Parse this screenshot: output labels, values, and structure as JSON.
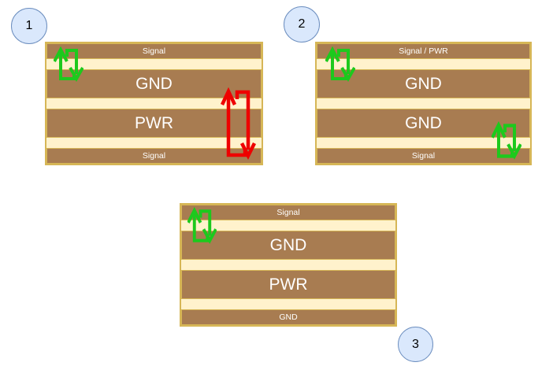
{
  "colors": {
    "background": "#FFFFFF",
    "copper_brown": "#A87C51",
    "dielectric_cream": "#FFF2CC",
    "gold_border": "#D6B656",
    "badge_fill": "#DAE8FC",
    "badge_border": "#6C8EBF",
    "arrow_green": "#1DC91D",
    "arrow_red": "#EE0000",
    "label_text": "#FFFFFF",
    "badge_text": "#000000"
  },
  "diagrams": [
    {
      "number": "1",
      "layers": [
        {
          "label": "Signal",
          "size": "small"
        },
        {
          "label": "GND",
          "size": "large"
        },
        {
          "label": "PWR",
          "size": "large"
        },
        {
          "label": "Signal",
          "size": "small"
        }
      ],
      "arrows": [
        {
          "icon": "green-loop-arrow-icon",
          "color": "#1DC91D",
          "spans": "Signal (top) to GND"
        },
        {
          "icon": "red-loop-arrow-icon",
          "color": "#EE0000",
          "spans": "GND to Signal (bottom) across PWR"
        }
      ]
    },
    {
      "number": "2",
      "layers": [
        {
          "label": "Signal / PWR",
          "size": "small"
        },
        {
          "label": "GND",
          "size": "large"
        },
        {
          "label": "GND",
          "size": "large"
        },
        {
          "label": "Signal",
          "size": "small"
        }
      ],
      "arrows": [
        {
          "icon": "green-loop-arrow-icon",
          "color": "#1DC91D",
          "spans": "Signal / PWR to GND (top)"
        },
        {
          "icon": "green-loop-arrow-icon",
          "color": "#1DC91D",
          "spans": "GND (bottom) to Signal"
        }
      ]
    },
    {
      "number": "3",
      "layers": [
        {
          "label": "Signal",
          "size": "small"
        },
        {
          "label": "GND",
          "size": "large"
        },
        {
          "label": "PWR",
          "size": "large"
        },
        {
          "label": "GND",
          "size": "small"
        }
      ],
      "arrows": [
        {
          "icon": "green-loop-arrow-icon",
          "color": "#1DC91D",
          "spans": "Signal (top) to GND"
        }
      ]
    }
  ]
}
